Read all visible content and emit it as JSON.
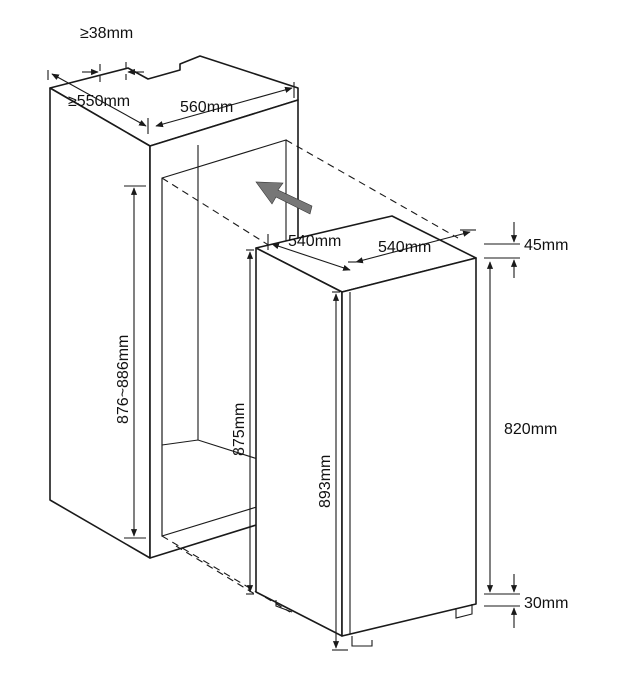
{
  "dimensions": {
    "top_clearance": "≥38mm",
    "cabinet_depth": "≥550mm",
    "cabinet_width": "560mm",
    "niche_height": "876~886mm",
    "appliance_depth": "540mm",
    "appliance_width": "540mm",
    "top_gap": "45mm",
    "door_height": "820mm",
    "bottom_gap": "30mm",
    "appliance_side_height": "875mm",
    "appliance_height": "893mm"
  },
  "colors": {
    "line": "#1a1a1a",
    "arrow": "#777777",
    "background": "#ffffff"
  },
  "icons": {
    "insert_direction": "arrow-left-up-icon"
  }
}
